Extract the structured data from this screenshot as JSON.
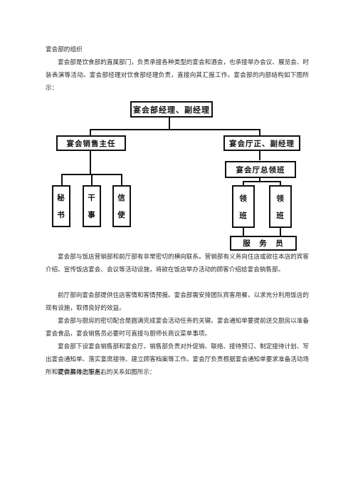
{
  "heading": "宴会部的组织",
  "paragraphs": [
    "宴会部是饮食部的直属部门，负责承接各种类型的宴会和酒会，也承接举办会议、展览会、时装表演等活动。宴会部经理对饮食部经理负责，直接向其汇报工作。宴会部的内部结构如下图所示：",
    "宴会部与饭店营销部和前厅部有非常密切的横向联系。营销部有义务向住店或欲往本店的宾客介绍、宣传饭店宴会、会议等活动设施，将欲在饭店举办活动的顾客介绍给宴会销售部。",
    "前厅部向宴会部提供住店客情和客情预报。宴会部需安排团队宾客用餐，以求充分利用饭店的现有设施，取得良好的效益。",
    "宴会部与厨房的密切配合是圆满完成宴会活动任务的关键。宴会通知单要提前送交厨房以准备宴会食品，宴会销售员必要时可直接与厨师长商议菜单事项。",
    "宴会部下设宴会销售部和宴会厅。销售部负责对外促销、联络、接待预订、制定接待计划、写出宴会通知单、落实宴席接待、建立顾客档案等工作。宴会厅负责根据宴会通知单要求准备活动场所和提供具体的服务。",
    "宴会部与上下左右的关系如图所示："
  ],
  "org_chart": {
    "top": "宴会部经理、副经理",
    "left_branch": "宴会销售主任",
    "right_branch": "宴会厅正、副经理",
    "right_sub": "宴会厅总领班",
    "left_children": [
      {
        "chars": [
          "秘",
          "书"
        ]
      },
      {
        "chars": [
          "干",
          "事"
        ]
      },
      {
        "chars": [
          "信",
          "使"
        ]
      }
    ],
    "right_children": [
      {
        "chars": [
          "领",
          "班"
        ]
      },
      {
        "chars": [
          "领",
          "班"
        ]
      }
    ],
    "bottom": "服　务　员"
  }
}
